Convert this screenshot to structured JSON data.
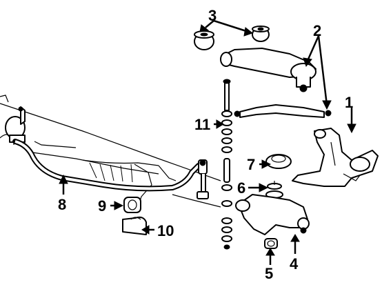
{
  "diagram": {
    "callouts": [
      {
        "id": "c1",
        "label": "1"
      },
      {
        "id": "c2",
        "label": "2"
      },
      {
        "id": "c3",
        "label": "3"
      },
      {
        "id": "c4",
        "label": "4"
      },
      {
        "id": "c5",
        "label": "5"
      },
      {
        "id": "c6",
        "label": "6"
      },
      {
        "id": "c7",
        "label": "7"
      },
      {
        "id": "c8",
        "label": "8"
      },
      {
        "id": "c9",
        "label": "9"
      },
      {
        "id": "c10",
        "label": "10"
      },
      {
        "id": "c11",
        "label": "11"
      }
    ],
    "colors": {
      "line": "#000000",
      "background": "#ffffff"
    }
  }
}
